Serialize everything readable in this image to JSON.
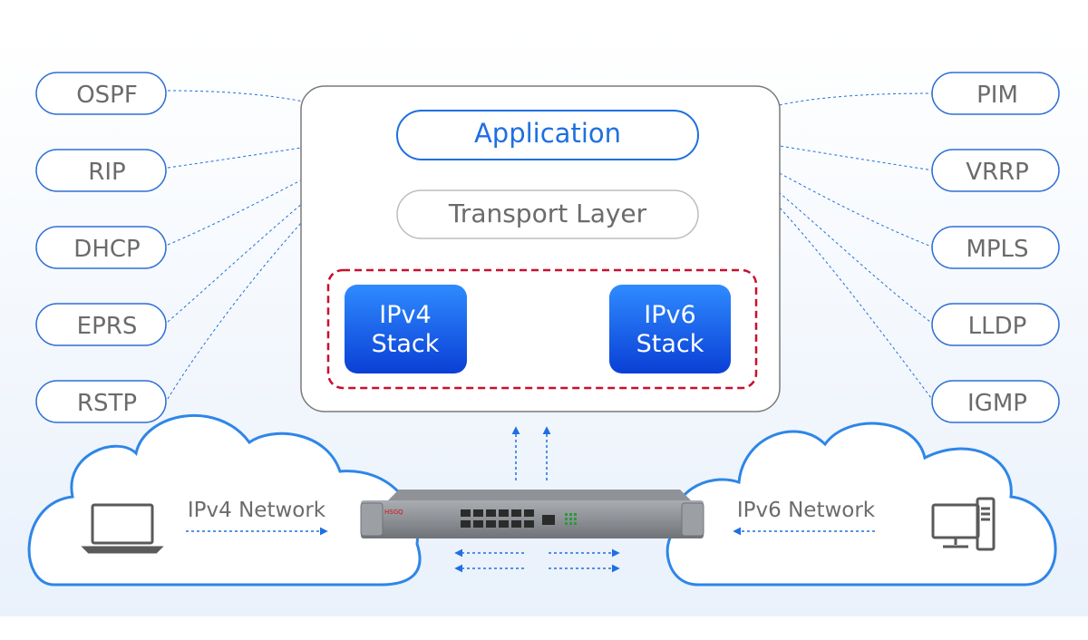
{
  "diagram": {
    "left_protocols": [
      "OSPF",
      "RIP",
      "DHCP",
      "EPRS",
      "RSTP"
    ],
    "right_protocols": [
      "PIM",
      "VRRP",
      "MPLS",
      "LLDP",
      "IGMP"
    ],
    "stack": {
      "application": "Application",
      "transport": "Transport Layer",
      "ipv4_line1": "IPv4",
      "ipv4_line2": "Stack",
      "ipv6_line1": "IPv6",
      "ipv6_line2": "Stack"
    },
    "networks": {
      "ipv4": "IPv4 Network",
      "ipv6": "IPv6 Network"
    },
    "device": {
      "brand": "HSGQ"
    },
    "colors": {
      "accent_blue": "#1f6fe0",
      "pill_border": "#2f6fd6",
      "stack_gradient_top": "#2f8bff",
      "stack_gradient_bottom": "#0a3fd6",
      "dash_red": "#c8102e",
      "text_gray": "#6b6b6b"
    }
  }
}
